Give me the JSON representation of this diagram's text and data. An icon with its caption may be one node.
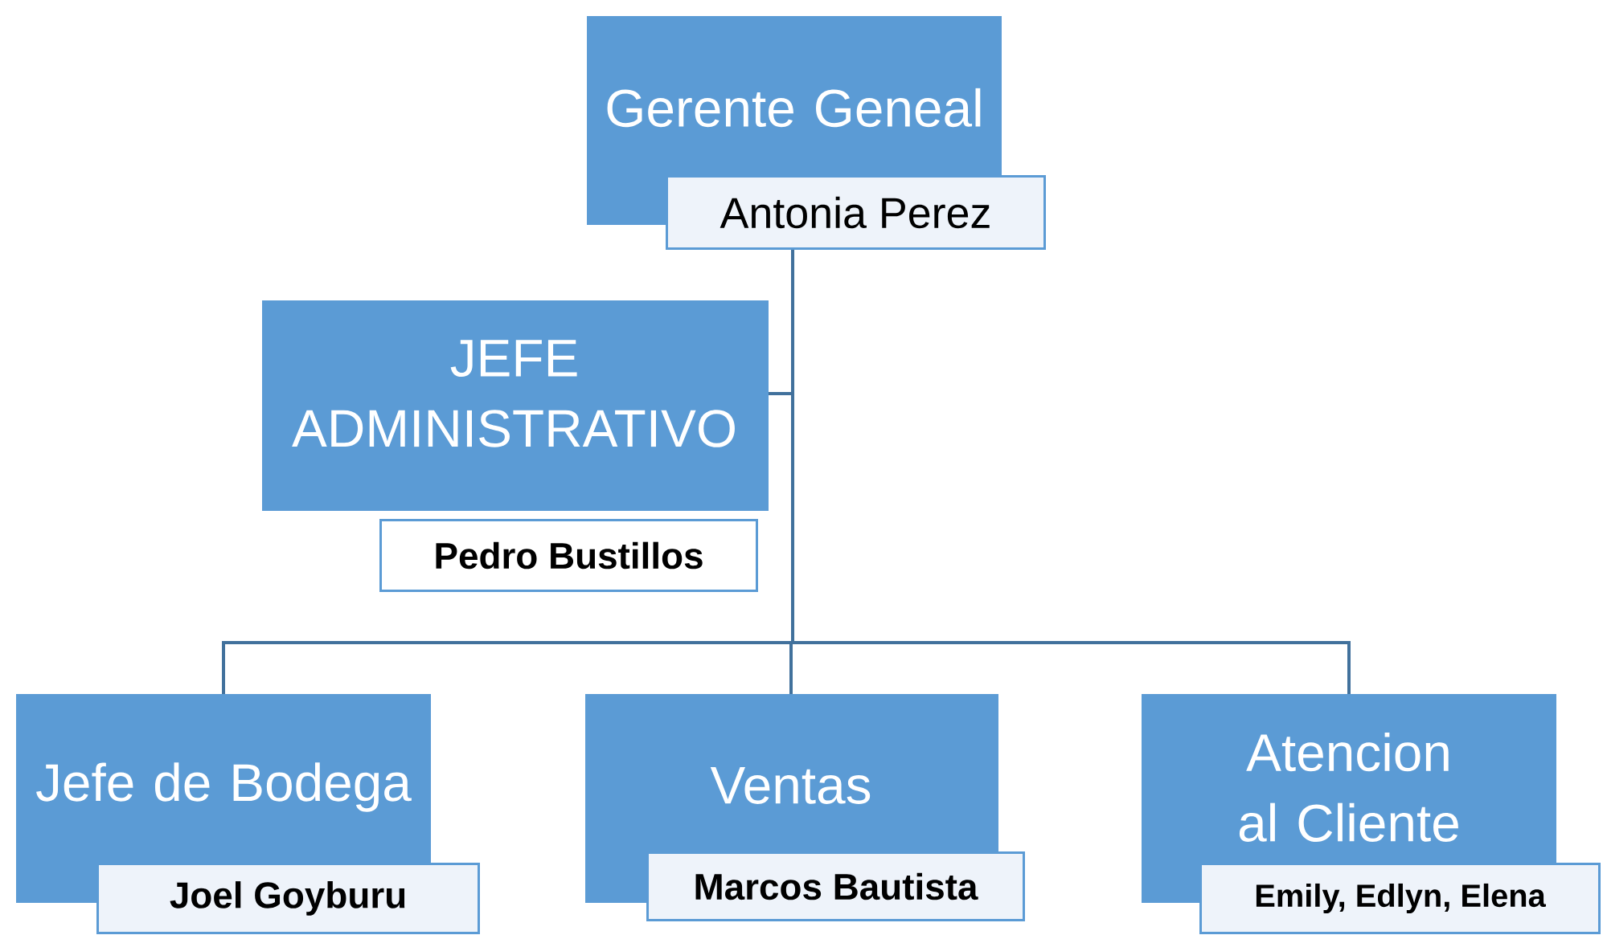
{
  "diagram": {
    "nodes": [
      {
        "text": [
          "Gerente Geneal",
          "Antonia Perez"
        ]
      },
      {
        "text": [
          "JEFE ADMINISTRATIVO",
          "Pedro Bustillos"
        ]
      },
      {
        "text": [
          "Jefe de Bodega",
          "Joel Goyburu"
        ]
      },
      {
        "text": [
          "Ventas",
          "Marcos Bautista"
        ]
      },
      {
        "text": [
          "Atencion al Cliente",
          "Emily, Edlyn, Elena"
        ]
      }
    ],
    "edges": [
      {
        "from": 0,
        "to": 1,
        "arrow": "none"
      },
      {
        "from": 0,
        "to": 2,
        "arrow": "none"
      },
      {
        "from": 0,
        "to": 3,
        "arrow": "none"
      },
      {
        "from": 0,
        "to": 4,
        "arrow": "none"
      }
    ]
  }
}
